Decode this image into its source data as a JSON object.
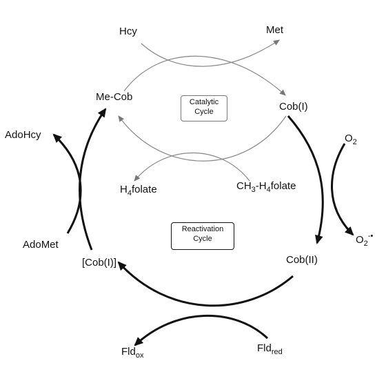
{
  "labels": {
    "hcy": "Hcy",
    "met": "Met",
    "me_cob": "Me-Cob",
    "cob_i": "Cob(I)",
    "o2_base": "O",
    "o2_sub": "2",
    "ado_hcy": "AdoHcy",
    "h4folate_h": "H",
    "h4folate_sub": "4",
    "h4folate_rest": "folate",
    "ch3h4folate_ch": "CH",
    "ch3h4folate_sub1": "3",
    "ch3h4folate_mid": "-H",
    "ch3h4folate_sub2": "4",
    "ch3h4folate_rest": "folate",
    "ado_met": "AdoMet",
    "cob_i_bracket": "[Cob(I)]",
    "cob_ii": "Cob(II)",
    "superoxide_base": "O",
    "superoxide_sub": "2",
    "superoxide_sup": "-•",
    "fld_ox_base": "Fld",
    "fld_ox_sub": "ox",
    "fld_red_base": "Fld",
    "fld_red_sub": "red"
  },
  "boxes": {
    "catalytic_line1": "Catalytic",
    "catalytic_line2": "Cycle",
    "reactivation_line1": "Reactivation",
    "reactivation_line2": "Cycle"
  }
}
